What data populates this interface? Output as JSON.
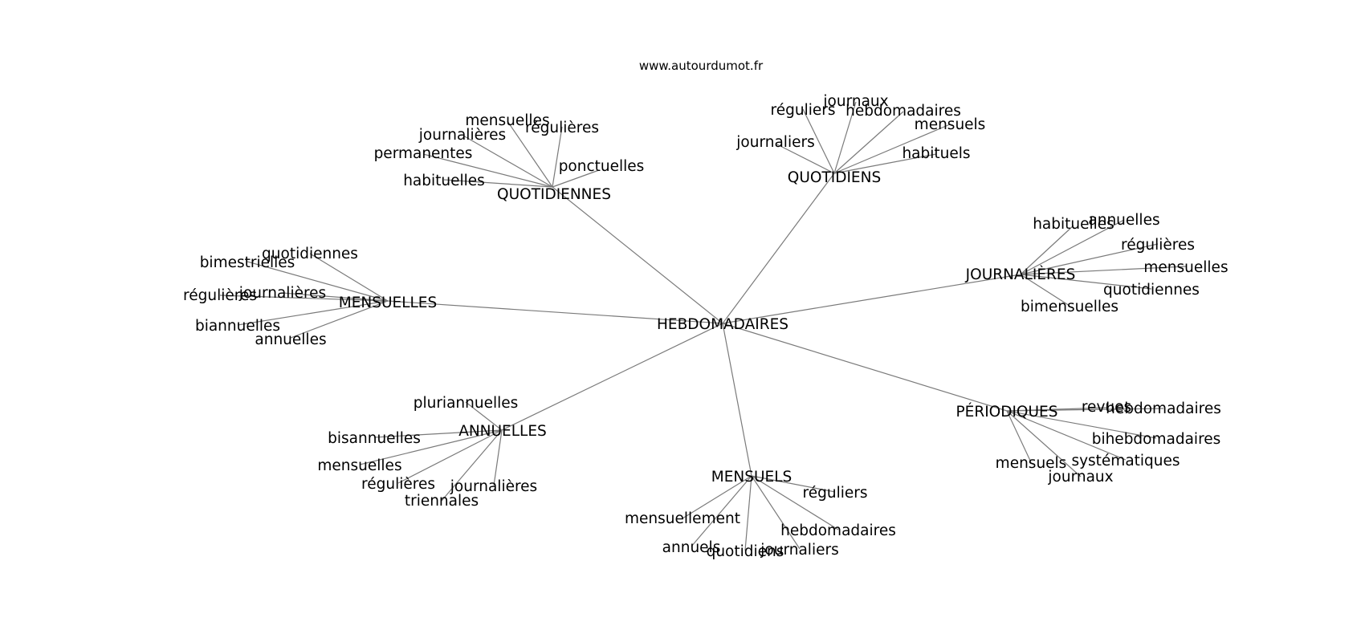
{
  "site": "www.autourdumot.fr",
  "center": {
    "label": "HEBDOMADAIRES"
  },
  "hubs": [
    {
      "id": "quotidiennes",
      "label": "QUOTIDIENNES",
      "leaves": [
        "mensuelles",
        "régulières",
        "journalières",
        "permanentes",
        "ponctuelles",
        "habituelles"
      ]
    },
    {
      "id": "quotidiens",
      "label": "QUOTIDIENS",
      "leaves": [
        "journaux",
        "réguliers",
        "hebdomadaires",
        "mensuels",
        "journaliers",
        "habituels"
      ]
    },
    {
      "id": "journalieres",
      "label": "JOURNALIÈRES",
      "leaves": [
        "habituelles",
        "annuelles",
        "régulières",
        "mensuelles",
        "quotidiennes",
        "bimensuelles"
      ]
    },
    {
      "id": "mensuelles",
      "label": "MENSUELLES",
      "leaves": [
        "quotidiennes",
        "bimestrielles",
        "régulières",
        "journalières",
        "biannuelles",
        "annuelles"
      ]
    },
    {
      "id": "periodiques",
      "label": "PÉRIODIQUES",
      "leaves": [
        "revues",
        "hebdomadaires",
        "bihebdomadaires",
        "systématiques",
        "mensuels",
        "journaux"
      ]
    },
    {
      "id": "annuelles",
      "label": "ANNUELLES",
      "leaves": [
        "pluriannuelles",
        "bisannuelles",
        "mensuelles",
        "régulières",
        "journalières",
        "triennales"
      ]
    },
    {
      "id": "mensuels",
      "label": "MENSUELS",
      "leaves": [
        "réguliers",
        "mensuellement",
        "hebdomadaires",
        "annuels",
        "quotidiens",
        "journaliers"
      ]
    }
  ]
}
